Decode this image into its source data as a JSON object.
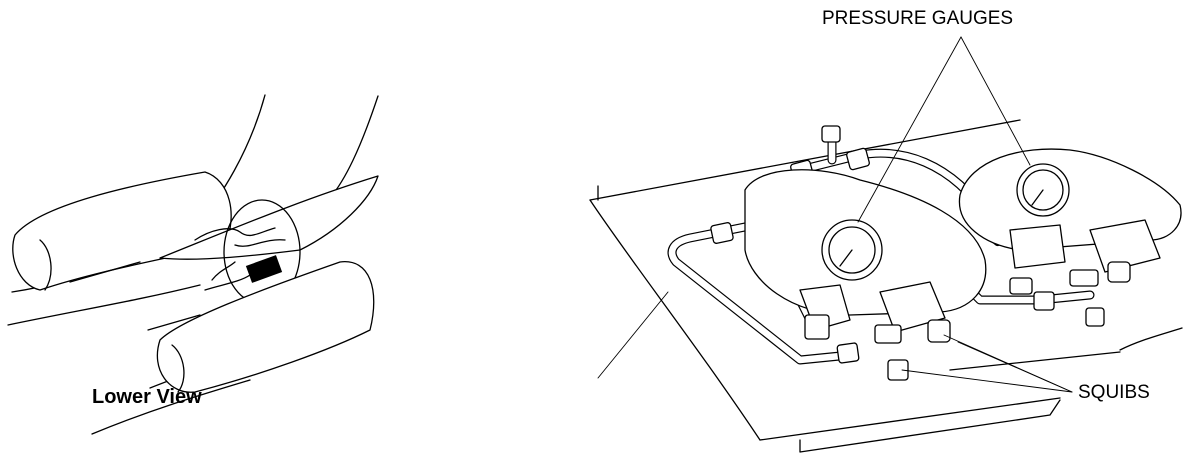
{
  "labels": {
    "pressure_gauges": "PRESSURE GAUGES",
    "lower_view": "Lower View",
    "squibs": "SQUIBS"
  },
  "colors": {
    "ink": "#000000",
    "paper": "#ffffff"
  }
}
